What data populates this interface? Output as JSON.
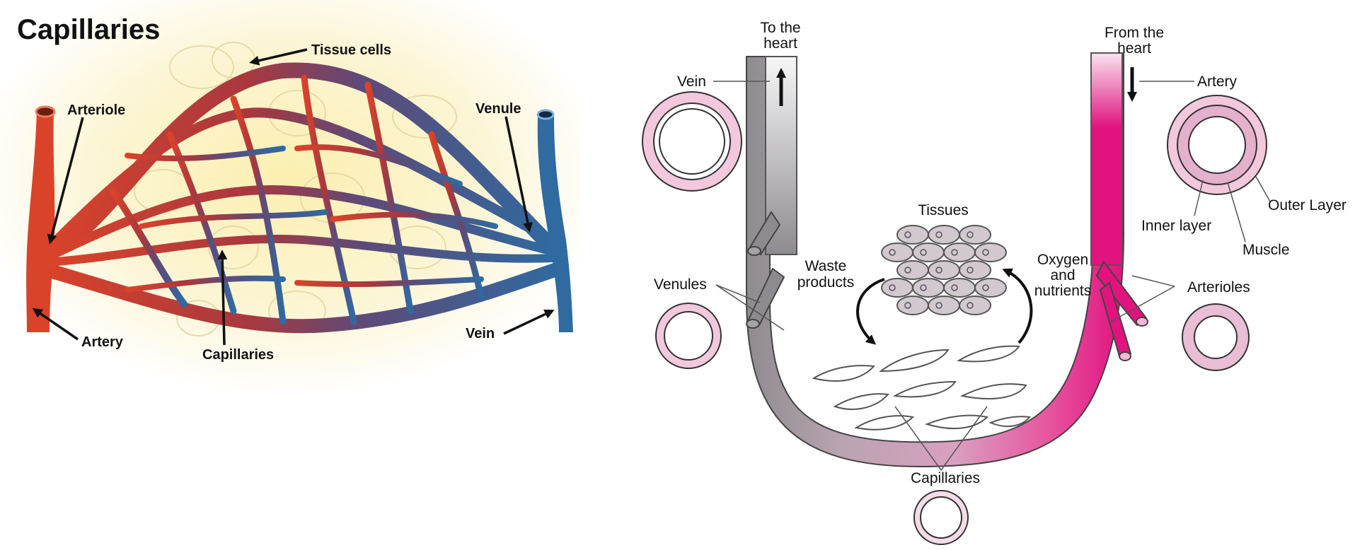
{
  "left_panel": {
    "title": "Capillaries",
    "labels": {
      "tissue_cells": "Tissue cells",
      "arteriole": "Arteriole",
      "venule": "Venule",
      "artery": "Artery",
      "capillaries": "Capillaries",
      "vein": "Vein"
    },
    "colors": {
      "arterial": "#d9432a",
      "venous": "#3e6f9f",
      "glow": "#fbf3c4"
    }
  },
  "right_panel": {
    "labels": {
      "to_heart_1": "To the",
      "to_heart_2": "heart",
      "from_heart_1": "From the",
      "from_heart_2": "heart",
      "vein": "Vein",
      "artery": "Artery",
      "tissues": "Tissues",
      "waste_1": "Waste",
      "waste_2": "products",
      "oxygen_1": "Oxygen",
      "oxygen_2": "and",
      "oxygen_3": "nutrients",
      "venules": "Venules",
      "arterioles": "Arterioles",
      "capillaries": "Capillaries",
      "inner_layer": "Inner layer",
      "muscle": "Muscle",
      "outer_layer": "Outer Layer"
    },
    "colors": {
      "vein_gray": "#8e8b90",
      "artery_pink": "#e0137f",
      "capillary_pink": "#d89ec0",
      "tissue_cell": "#d1c9cf"
    }
  }
}
